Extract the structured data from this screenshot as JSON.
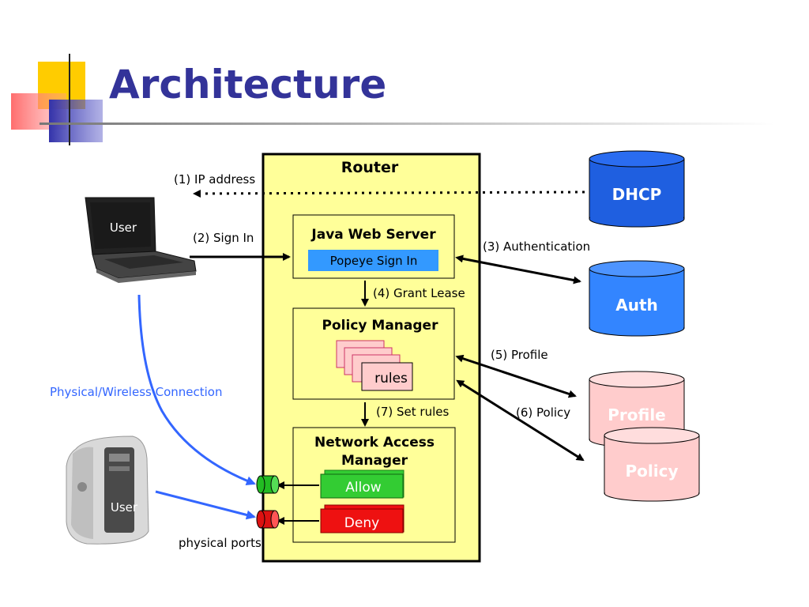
{
  "slide": {
    "title": "Architecture"
  },
  "router": {
    "label": "Router",
    "java_web_server": {
      "label": "Java Web Server",
      "button": "Popeye Sign In"
    },
    "policy_manager": {
      "label": "Policy Manager",
      "rules": "rules"
    },
    "network_access_manager": {
      "label_line1": "Network Access",
      "label_line2": "Manager",
      "allow": "Allow",
      "deny": "Deny"
    }
  },
  "databases": {
    "dhcp": "DHCP",
    "auth": "Auth",
    "profile": "Profile",
    "policy": "Policy"
  },
  "users": {
    "laptop_user": "User",
    "desktop_user": "User"
  },
  "arrows": {
    "ip_address": "(1) IP address",
    "sign_in": "(2) Sign In",
    "authentication": "(3) Authentication",
    "grant_lease": "(4) Grant Lease",
    "profile": "(5) Profile",
    "policy": "(6) Policy",
    "set_rules": "(7) Set rules"
  },
  "labels": {
    "connection": "Physical/Wireless Connection",
    "physical_ports": "physical ports"
  },
  "colors": {
    "title": "#333399",
    "router_fill": "#ffff99",
    "db_blue": "#1f5fe0",
    "db_auth": "#3385ff",
    "db_pink": "#ffcccc",
    "allow": "#33cc33",
    "deny": "#ee1111",
    "button_blue": "#3399ff",
    "connection_blue": "#3366ff"
  }
}
